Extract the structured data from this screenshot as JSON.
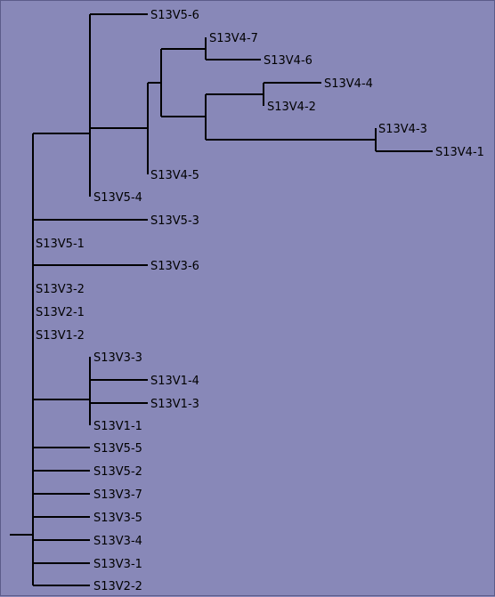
{
  "tree": {
    "leaves": {
      "S13V5_6": "S13V5-6",
      "S13V4_7": "S13V4-7",
      "S13V4_6": "S13V4-6",
      "S13V4_4": "S13V4-4",
      "S13V4_2": "S13V4-2",
      "S13V4_3": "S13V4-3",
      "S13V4_1": "S13V4-1",
      "S13V4_5": "S13V4-5",
      "S13V5_4": "S13V5-4",
      "S13V5_3": "S13V5-3",
      "S13V5_1": "S13V5-1",
      "S13V3_6": "S13V3-6",
      "S13V3_2": "S13V3-2",
      "S13V2_1": "S13V2-1",
      "S13V1_2": "S13V1-2",
      "S13V3_3": "S13V3-3",
      "S13V1_4": "S13V1-4",
      "S13V1_3": "S13V1-3",
      "S13V1_1": "S13V1-1",
      "S13V5_5": "S13V5-5",
      "S13V5_2": "S13V5-2",
      "S13V3_7": "S13V3-7",
      "S13V3_5": "S13V3-5",
      "S13V3_4": "S13V3-4",
      "S13V3_1": "S13V3-1",
      "S13V2_2": "S13V2-2"
    },
    "colors": {
      "background": "#8888b8",
      "line": "#000000",
      "text": "#000000"
    }
  }
}
